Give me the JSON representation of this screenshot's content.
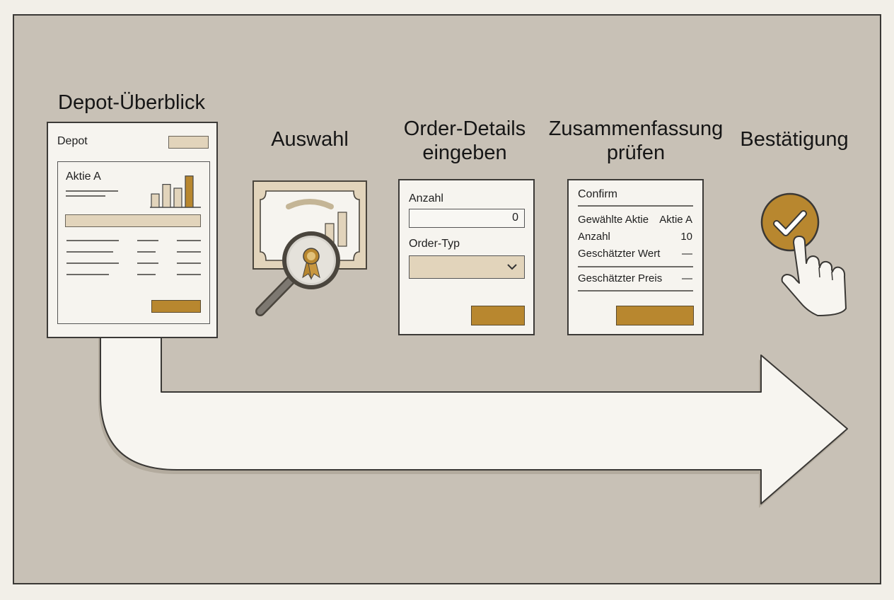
{
  "steps": [
    {
      "title": "Depot-Überblick"
    },
    {
      "title": "Auswahl"
    },
    {
      "title_line1": "Order-Details",
      "title_line2": "eingeben"
    },
    {
      "title_line1": "Zusammenfassung",
      "title_line2": "prüfen"
    },
    {
      "title": "Bestätigung"
    }
  ],
  "depot_card": {
    "header": "Depot",
    "stock_name": "Aktie A",
    "chart_bars": [
      0.35,
      0.6,
      0.5,
      0.82
    ]
  },
  "order_card": {
    "quantity_label": "Anzahl",
    "quantity_value": "0",
    "order_type_label": "Order-Typ"
  },
  "summary_card": {
    "title": "Confirm",
    "rows": [
      {
        "label": "Gewählte Aktie",
        "value": "Aktie A"
      },
      {
        "label": "Anzahl",
        "value": "10"
      },
      {
        "label": "Geschätzter Wert",
        "value": "—"
      },
      {
        "label": "Geschätzter Preis",
        "value": "—"
      }
    ]
  },
  "icons": {
    "selection": "magnifier-over-certificate-icon",
    "confirm": "checkmark-circle-icon",
    "pointer": "pointing-hand-icon"
  },
  "colors": {
    "accent_gold": "#b8872f",
    "beige": "#e2d4bb",
    "panel": "#c8c1b6"
  }
}
